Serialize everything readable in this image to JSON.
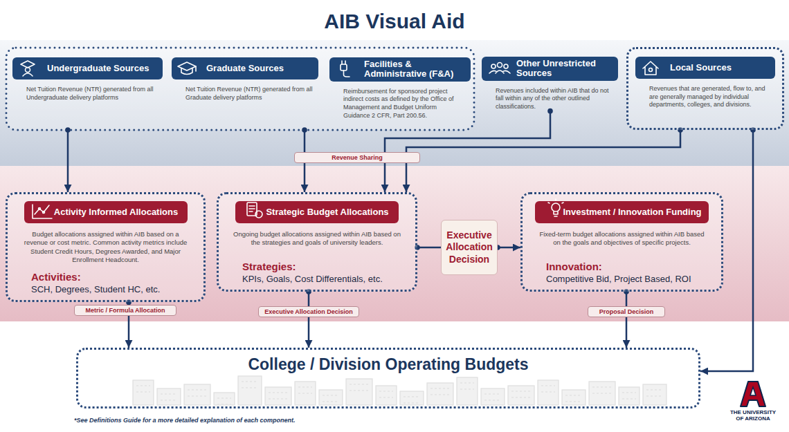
{
  "diagram": {
    "title": "AIB Visual Aid",
    "nodes": [
      {
        "text": [
          "Undergraduate Sources",
          "Net Tuition Revenue (NTR) generated from all Undergraduate delivery platforms"
        ]
      },
      {
        "text": [
          "Graduate Sources",
          "Net Tuition Revenue (NTR) generated from all Graduate delivery platforms"
        ]
      },
      {
        "text": [
          "Facilities & Administrative (F&A)",
          "Reimbursement for sponsored project indirect costs as defined by the Office of Management and Budget Uniform Guidance 2 CFR, Part 200.56."
        ]
      },
      {
        "text": [
          "Other Unrestricted Sources",
          "Revenues included within AIB that do not fall within any of the other outlined classifications."
        ]
      },
      {
        "text": [
          "Local Sources",
          "Revenues that are generated, flow to, and are generally managed by individual departments, colleges, and divisions."
        ]
      },
      {
        "text": [
          "Activity Informed Allocations",
          "Budget allocations assigned within AIB based on a revenue or cost metric. Common activity metrics include Student Credit Hours, Degrees Awarded, and Major Enrollment Headcount.",
          "Activities:",
          "SCH, Degrees, Student HC, etc."
        ]
      },
      {
        "text": [
          "Strategic Budget Allocations",
          "Ongoing budget allocations assigned within AIB based on the strategies and goals of university leaders.",
          "Strategies:",
          "KPIs, Goals, Cost Differentials, etc."
        ]
      },
      {
        "text": [
          "Executive Allocation Decision"
        ]
      },
      {
        "text": [
          "Investment / Innovation Funding",
          "Fixed-term budget allocations assigned within AIB based on the goals and objectives of specific projects.",
          "Innovation:",
          "Competitive Bid, Project Based, ROI"
        ]
      },
      {
        "text": [
          "College / Division Operating Budgets"
        ]
      }
    ],
    "edges": [
      {
        "from": 0,
        "to": 5,
        "arrow": "to"
      },
      {
        "from": 1,
        "to": 6,
        "label": "Revenue Sharing",
        "arrow": "to"
      },
      {
        "from": 3,
        "to": 6,
        "arrow": "to"
      },
      {
        "from": 4,
        "to": 6,
        "arrow": "to"
      },
      {
        "from": 4,
        "to": 9,
        "arrow": "to"
      },
      {
        "from": 5,
        "to": 9,
        "label": "Metric / Formula Allocation",
        "arrow": "to"
      },
      {
        "from": 6,
        "to": 7,
        "arrow": "none"
      },
      {
        "from": 7,
        "to": 8,
        "arrow": "to"
      },
      {
        "from": 6,
        "to": 9,
        "label": "Executive Allocation Decision",
        "arrow": "to"
      },
      {
        "from": 8,
        "to": 9,
        "label": "Proposal Decision",
        "arrow": "to"
      }
    ],
    "labels": [
      "*See Definitions Guide for a more detailed explanation of each component.",
      "THE UNIVERSITY OF ARIZONA"
    ]
  }
}
